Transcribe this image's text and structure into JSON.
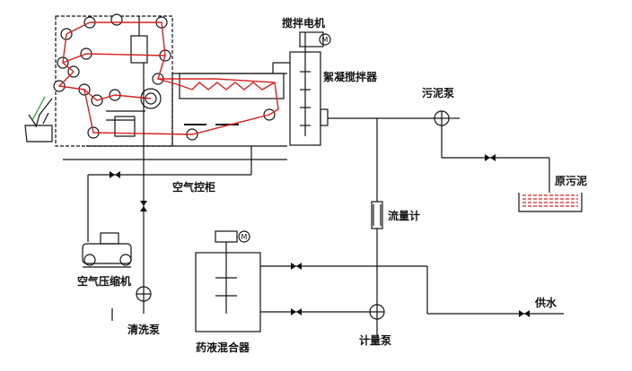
{
  "labels": {
    "stirrer_motor": "搅拌电机",
    "flocculation_stirrer": "絮凝搅拌器",
    "sludge_pump": "污泥泵",
    "raw_sludge": "原污泥",
    "air_control_box": "空气控柜",
    "flow_meter": "流量计",
    "air_compressor": "空气压缩机",
    "wash_pump": "清洗泵",
    "chemical_mixer": "药液混合器",
    "metering_pump": "计量泵",
    "water_supply": "供水"
  },
  "symbols": {
    "motor_letter_stirrer": "M",
    "motor_letter_mixer": "M"
  },
  "colors": {
    "line": "#111111",
    "belt": "#d62020",
    "sludge_fill": "#d62020"
  },
  "icons": [
    "motor-icon",
    "pump-icon",
    "valve-icon",
    "compressor-icon",
    "tank-icon",
    "flowmeter-icon"
  ]
}
